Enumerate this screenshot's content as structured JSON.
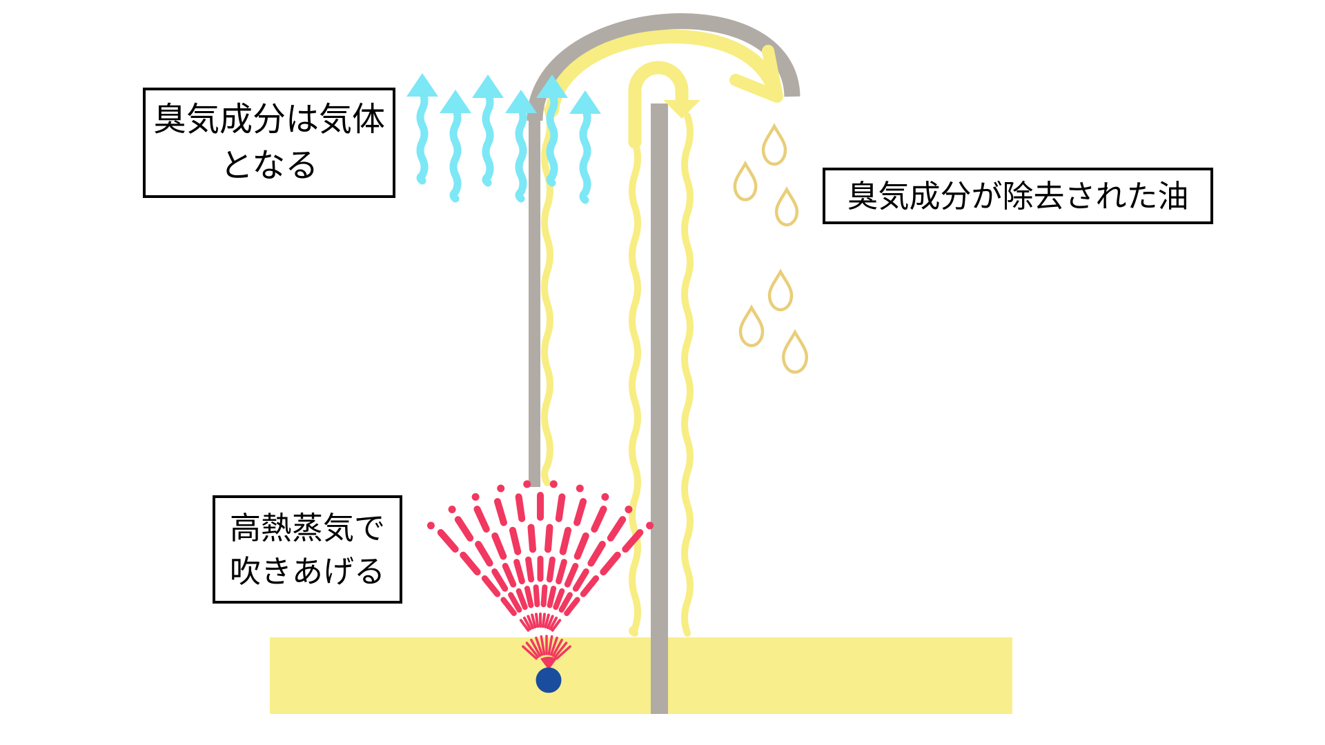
{
  "labels": {
    "gas": {
      "line1": "臭気成分は気体",
      "line2": "となる"
    },
    "deodorized_oil": {
      "text": "臭気成分が除去された油"
    },
    "steam": {
      "line1": "高熱蒸気で",
      "line2": "吹きあげる"
    }
  },
  "colors": {
    "background": "#ffffff",
    "pipe_gray": "#b1aba6",
    "oil_yellow": "#f7ed82",
    "pool_yellow": "#f8ee8c",
    "droplet_gold": "#e9ce79",
    "gas_cyan": "#7ce7f5",
    "steam_pink": "#f13860",
    "nozzle_blue": "#1b4d9e",
    "label_border": "#000000",
    "label_text": "#000000"
  },
  "diagram": {
    "gas_arrows": {
      "name": "gas-rising-arrow",
      "count": 6
    },
    "oil_droplets": {
      "name": "deodorized-oil-drop",
      "count": 6
    },
    "oil_flow_lines": {
      "name": "oil-flow-wavy-line",
      "count": 3
    },
    "steam_spray": {
      "name": "steam-spray-fan"
    },
    "surface_burst": {
      "name": "steam-surface-burst"
    },
    "nozzle": {
      "name": "steam-nozzle"
    },
    "oil_pool": {
      "name": "oil-pool"
    },
    "pipes": {
      "name": "deodorizer-pipe-assembly"
    },
    "oil_out_arrow": {
      "name": "oil-outflow-arrow"
    },
    "oil_up_arrow": {
      "name": "oil-riser-arrow"
    }
  }
}
